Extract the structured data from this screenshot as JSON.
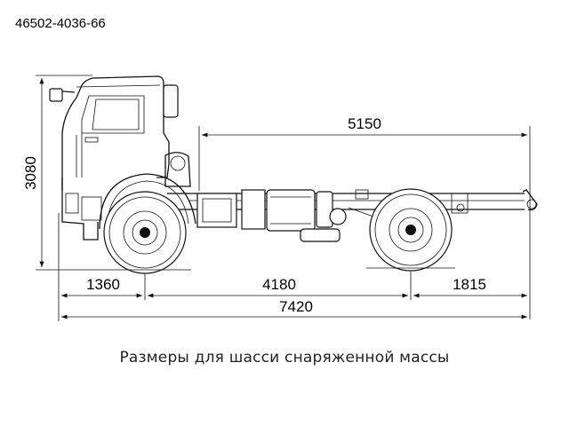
{
  "model_code": "46502-4036-66",
  "dimensions": {
    "height": "3080",
    "wheelbase_to_rear_end": "5150",
    "front_overhang": "1360",
    "wheelbase": "4180",
    "rear_overhang": "1815",
    "total_length": "7420"
  },
  "caption": "Размеры для шасси снаряженной массы"
}
